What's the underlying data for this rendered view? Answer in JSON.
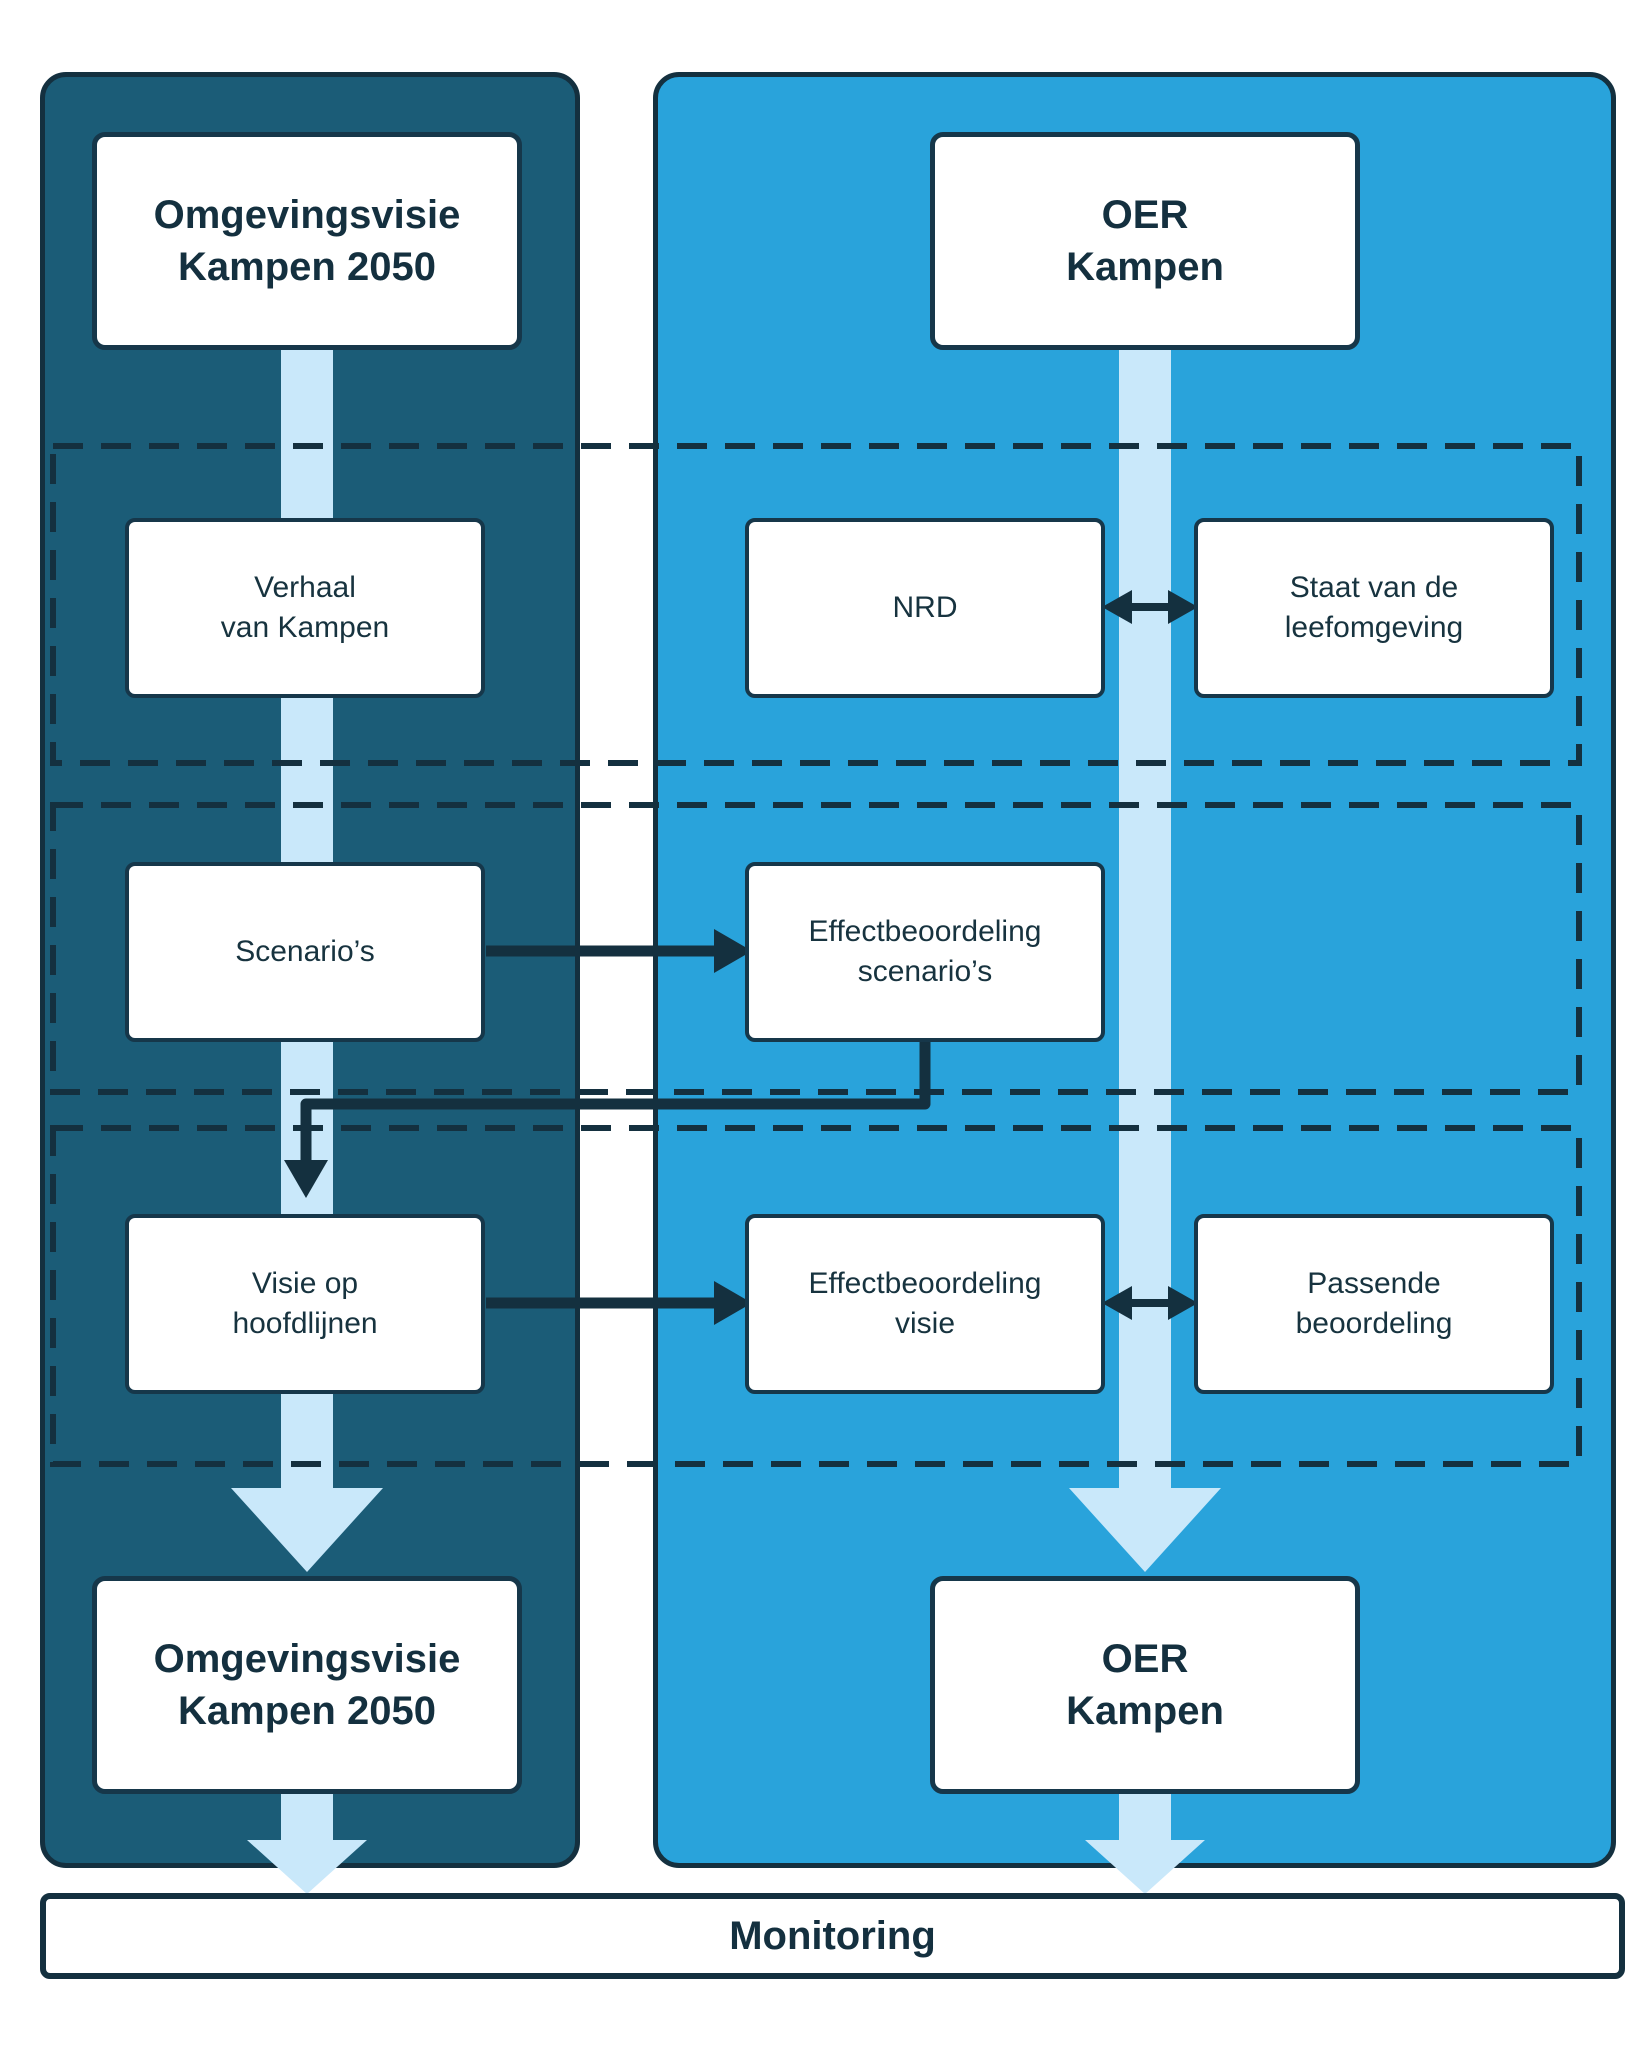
{
  "colors": {
    "left_panel": "#1b5c77",
    "right_panel": "#29a3db",
    "flow_band": "#c9e8fa",
    "ink": "#14303f",
    "box_background": "#ffffff"
  },
  "left_column": {
    "header_lines": [
      "Omgevingsvisie",
      "Kampen 2050"
    ],
    "verhaal_lines": [
      "Verhaal",
      "van Kampen"
    ],
    "scenarios_label": "Scenario’s",
    "visie_lines": [
      "Visie op",
      "hoofdlijnen"
    ],
    "footer_lines": [
      "Omgevingsvisie",
      "Kampen 2050"
    ]
  },
  "right_column": {
    "header_lines": [
      "OER",
      "Kampen"
    ],
    "nrd_label": "NRD",
    "staat_lines": [
      "Staat van de",
      "leefomgeving"
    ],
    "effect_scenarios_lines": [
      "Effectbeoordeling",
      "scenario’s"
    ],
    "effect_visie_lines": [
      "Effectbeoordeling",
      "visie"
    ],
    "passende_lines": [
      "Passende",
      "beoordeling"
    ],
    "footer_lines": [
      "OER",
      "Kampen"
    ]
  },
  "footer": {
    "monitoring_label": "Monitoring"
  }
}
